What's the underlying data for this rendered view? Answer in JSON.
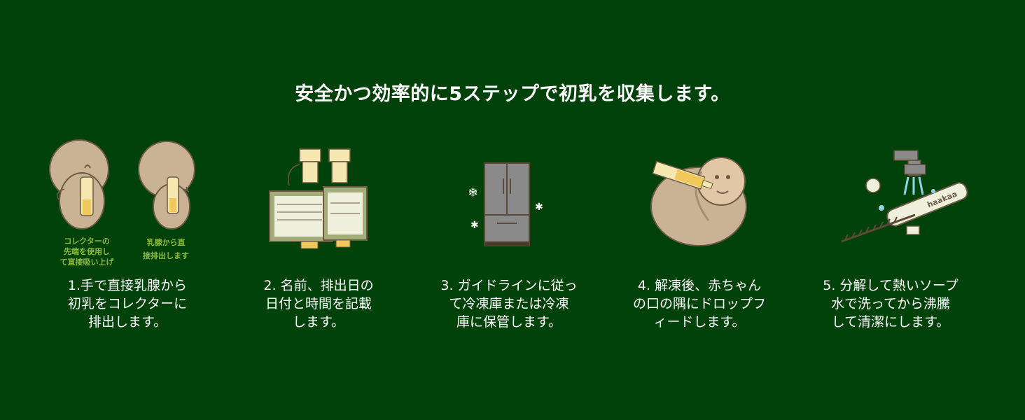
{
  "headline": "安全かつ効率的に5ステップで初乳を収集します。",
  "colors": {
    "background": "#004209",
    "text": "#ffffff",
    "sub_label": "#8dbb3a"
  },
  "steps": [
    {
      "caption": "1.手で直接乳腺から\n初乳をコレクターに\n排出します。",
      "icon": "hand-expression-icon",
      "sub_labels": [
        "コレクターの\n先端を使用し\nて直接吸い上げ",
        "乳腺から直\n接排出します"
      ]
    },
    {
      "caption": "2. 名前、排出日の\n日付と時間を記載\nします。",
      "icon": "labeled-bottles-icon"
    },
    {
      "caption": "3. ガイドラインに従っ\nて冷凍庫または冷凍\n庫に保管します。",
      "icon": "freezer-icon"
    },
    {
      "caption": "4. 解凍後、赤ちゃん\nの口の隅にドロップフ\nィードします。",
      "icon": "feeding-baby-icon"
    },
    {
      "caption": "5. 分解して熱いソープ\n水で洗ってから沸騰\nして清潔にします。",
      "icon": "washing-brush-icon",
      "brand_mark": "haakaa"
    }
  ]
}
